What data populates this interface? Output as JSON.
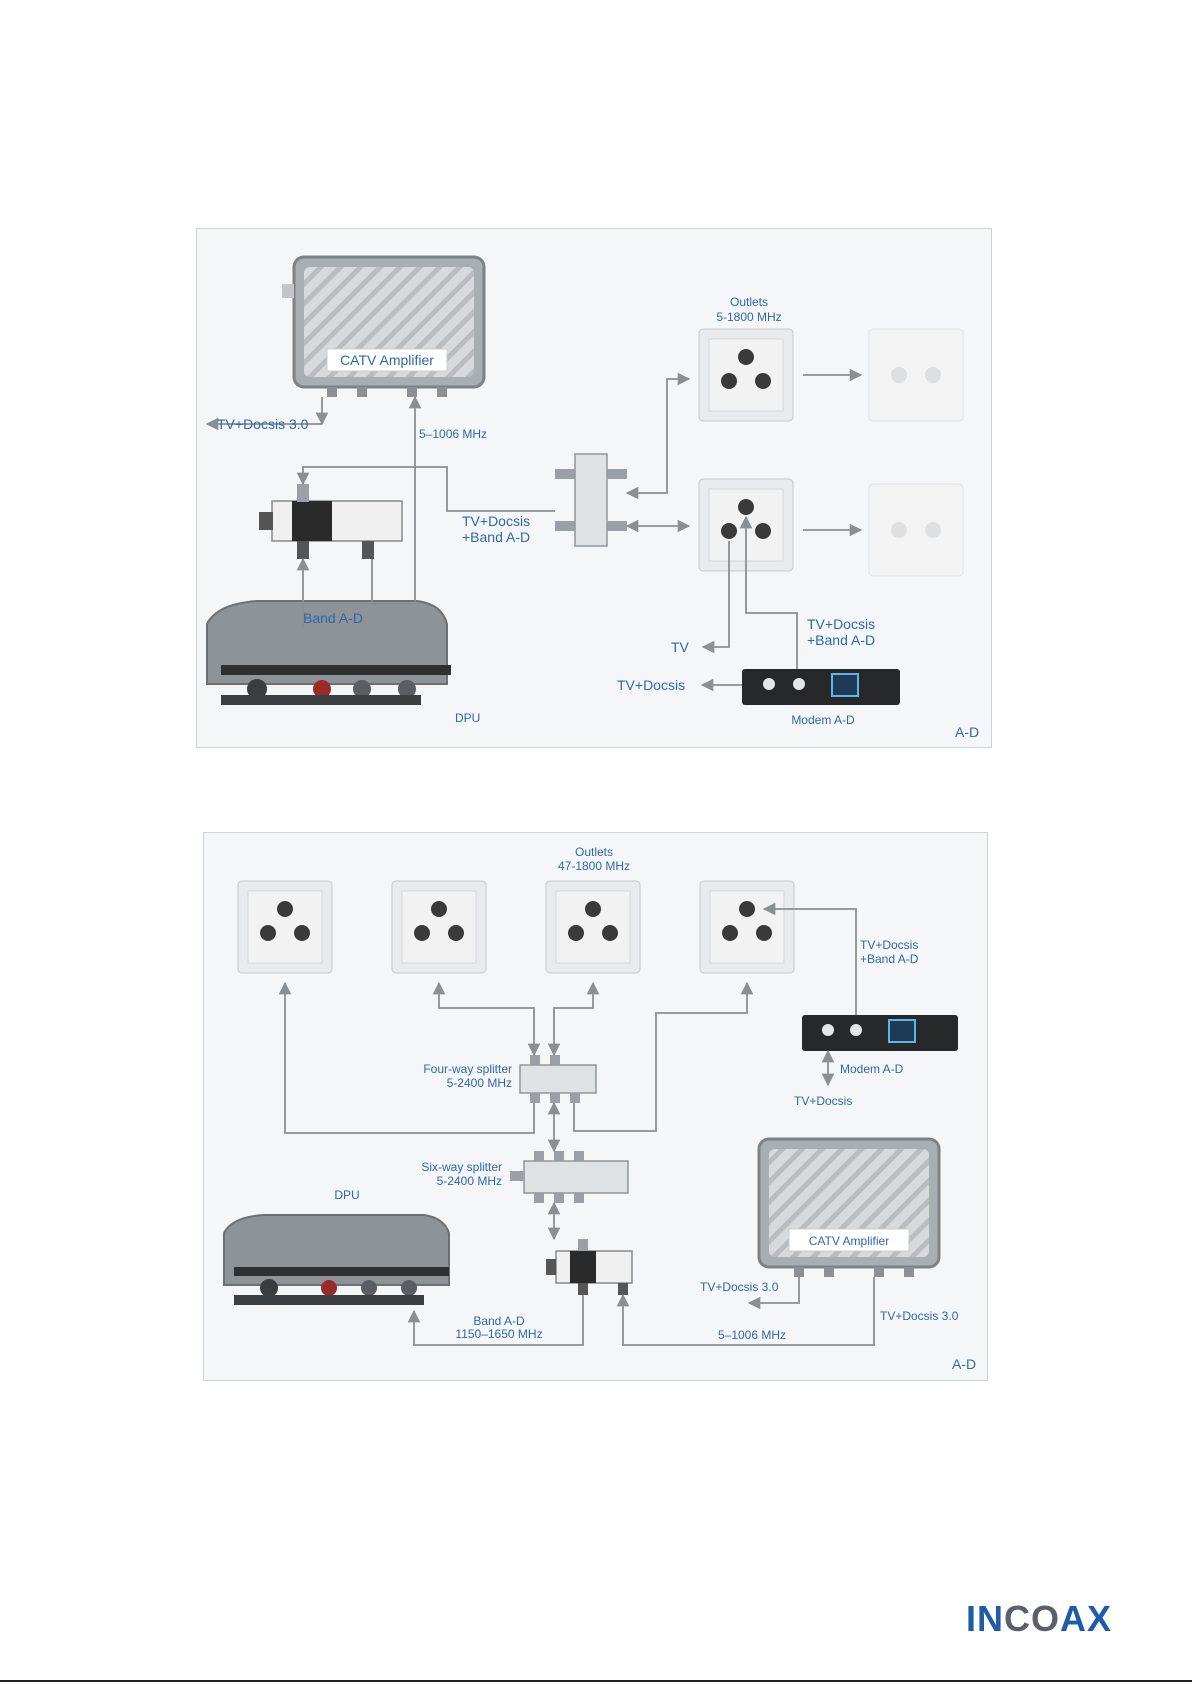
{
  "brand": {
    "logo_text": "INCOAX",
    "colors": {
      "blue": "#1f5ca8",
      "gray": "#5a6068"
    }
  },
  "colors": {
    "label": "#2d68ad",
    "line": "#8a8f94",
    "panel": "#f5f6f7",
    "device": "#9aa0a6"
  },
  "diagram_top": {
    "corner_label": "A-D",
    "labels": {
      "amplifier": "CATV Amplifier",
      "tv_docsis_30": "TV+Docsis 3.0",
      "freq_5_1006": "5–1006 MHz",
      "outlets_title": "Outlets",
      "outlets_freq": "5-1800 MHz",
      "tv_docsis_band_1": "TV+Docsis",
      "tv_docsis_band_2": "+Band A-D",
      "band_ad": "Band A-D",
      "dpu": "DPU",
      "tv": "TV",
      "modem_in_1": "TV+Docsis",
      "modem_in_2": "+Band A-D",
      "tv_docsis": "TV+Docsis",
      "modem": "Modem A-D"
    }
  },
  "diagram_bottom": {
    "corner_label": "A-D",
    "labels": {
      "outlets_title": "Outlets",
      "outlets_freq": "47-1800 MHz",
      "modem_in_1": "TV+Docsis",
      "modem_in_2": "+Band A-D",
      "four_way_1": "Four-way splitter",
      "four_way_2": "5-2400 MHz",
      "modem": "Modem A-D",
      "tv_docsis": "TV+Docsis",
      "six_way_1": "Six-way splitter",
      "six_way_2": "5-2400 MHz",
      "dpu": "DPU",
      "amplifier": "CATV Amplifier",
      "tv_docsis_30_a": "TV+Docsis 3.0",
      "tv_docsis_30_b": "TV+Docsis 3.0",
      "band_ad_1": "Band A-D",
      "band_ad_2": "1150–1650 MHz",
      "freq_5_1006": "5–1006 MHz"
    }
  }
}
